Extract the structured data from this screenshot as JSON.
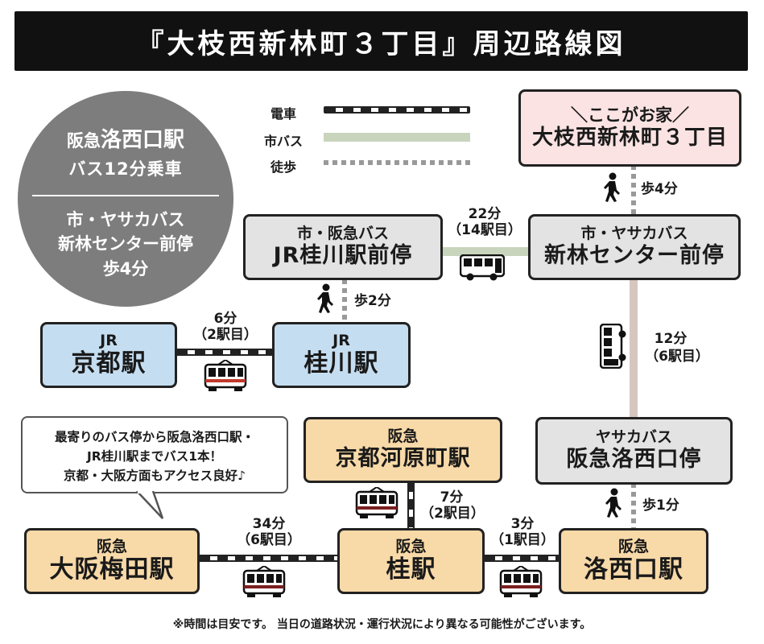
{
  "title": "『大枝西新林町３丁目』周辺路線図",
  "legend": {
    "train": "電車",
    "city_bus": "市バス",
    "walk": "徒歩"
  },
  "summary": {
    "line1_prefix": "阪急",
    "line1_station": "洛西口駅",
    "line2": "バス12分乗車",
    "line3": "市・ヤサカバス",
    "line4": "新林センター前停",
    "line5": "歩4分"
  },
  "stations": {
    "home": {
      "sub": "＼ここがお家／",
      "main": "大枝西新林町３丁目"
    },
    "shinrin": {
      "sub": "市・ヤサカバス",
      "main": "新林センター前停"
    },
    "jr_katsura_bus": {
      "sub": "市・阪急バス",
      "main": "JR桂川駅前停"
    },
    "jr_kyoto": {
      "sub": "JR",
      "main": "京都駅"
    },
    "jr_katsuragawa": {
      "sub": "JR",
      "main": "桂川駅"
    },
    "hankyu_rakusai_bus": {
      "sub": "ヤサカバス",
      "main": "阪急洛西口停"
    },
    "kawaramachi": {
      "sub": "阪急",
      "main": "京都河原町駅"
    },
    "umeda": {
      "sub": "阪急",
      "main": "大阪梅田駅"
    },
    "katsura": {
      "sub": "阪急",
      "main": "桂駅"
    },
    "rakusaiguchi": {
      "sub": "阪急",
      "main": "洛西口駅"
    }
  },
  "routes": {
    "home_walk": "歩4分",
    "bus_jr_time": "22分",
    "bus_jr_stops": "（14駅目）",
    "jr_walk": "歩2分",
    "jr_train_time": "6分",
    "jr_train_stops": "（2駅目）",
    "yasaka_time": "12分",
    "yasaka_stops": "（6駅目）",
    "rakusai_walk": "歩1分",
    "kawaramachi_time": "7分",
    "kawaramachi_stops": "（2駅目）",
    "umeda_time": "34分",
    "umeda_stops": "（6駅目）",
    "rakusai_time": "3分",
    "rakusai_stops": "（1駅目）"
  },
  "bubble": {
    "line1": "最寄りのバス停から阪急洛西口駅・",
    "line2": "JR桂川駅までバス1本！",
    "line3": "京都・大阪方面もアクセス良好♪"
  },
  "footnote": "※時間は目安です。 当日の道路状況・運行状況により異なる可能性がございます。",
  "colors": {
    "title_bg": "#111111",
    "circle_bg": "#7d7d7d",
    "jr_box": "#c5ddf0",
    "hankyu_box": "#f8d9a8",
    "bus_box": "#e3e3e3",
    "home_box": "#fbe3e3",
    "city_bus_line": "#c8d4bc",
    "yasaka_bus_line": "#d6c6c0"
  }
}
